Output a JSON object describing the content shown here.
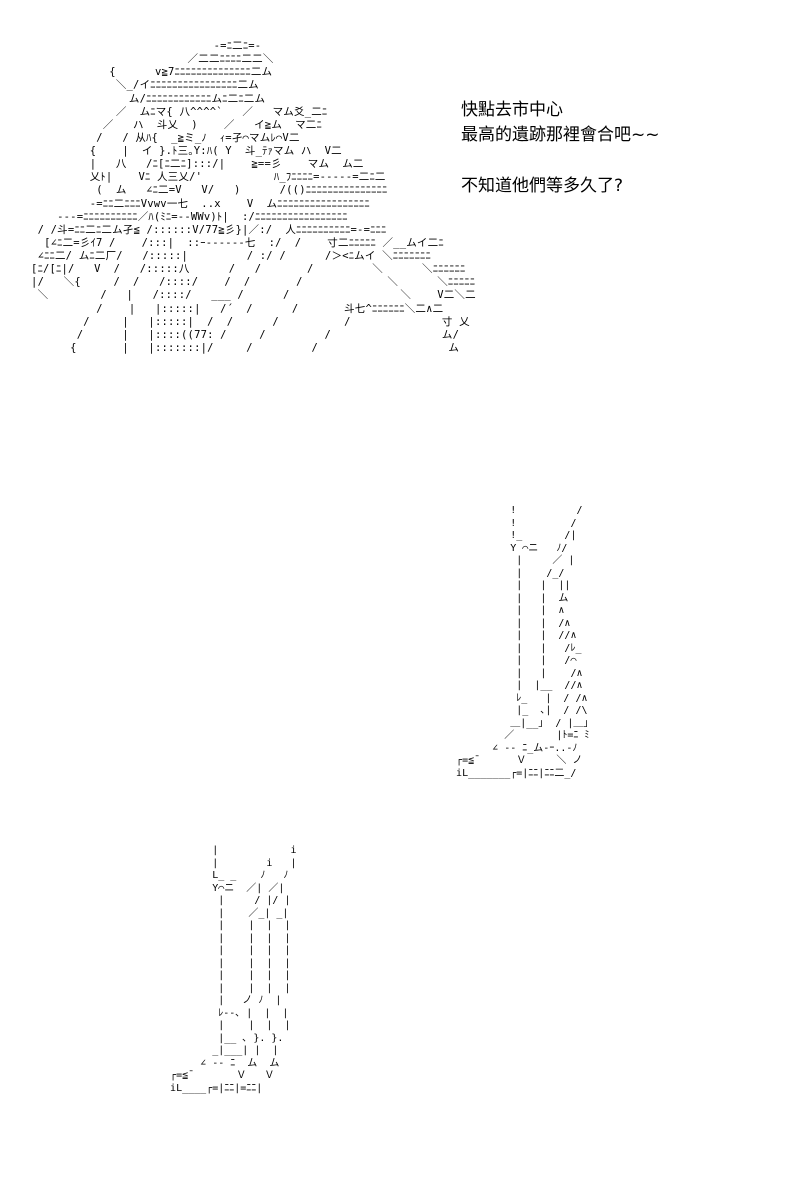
{
  "dialogue": {
    "line1": "快點去市中心",
    "line2": "最高的遺跡那裡會合吧~~",
    "line3": "不知道他們等多久了?"
  },
  "art": {
    "figure": "                              -=ﾆ二ﾆ=-\n                          ／二二ﾆﾆﾆﾆ二二＼\n              {      v≧7ﾆﾆﾆﾆﾆﾆﾆﾆﾆﾆﾆﾆﾆﾆ二ム\n               ＼_/イﾆﾆﾆﾆﾆﾆﾆﾆﾆﾆﾆﾆﾆﾆﾆﾆ二ム\n                 ム/ﾆﾆﾆﾆﾆﾆﾆﾆﾆﾆﾆﾆムﾆ二ﾆ二ム\n               ／  ムﾆマ{ 八^^^^`   ／   マム爻_二ﾆ\n             ／   ハ  斗乂  )    ／   イ≧ム  マ二ﾆ\n            /   / 从ﾊ{  _≧ミ_ﾉ  ｨ=孑⌒マムﾚ⌒V二\n           {    |  イ }.ﾄ三｡Y:ﾊ( Y  斗_ﾃｧマム ハ  V二\n           |   八   /ﾆ[ﾆ二ﾆ]:::/|    ≧==彡    マム  ム二\n           乂ﾄ|    Vﾆ 人三乂/'           ﾊ_ﾌﾆﾆﾆﾆ=-----=二ﾆ二\n            (  ム   ∠ﾆ二=V   V/   )      /(()ﾆﾆﾆﾆﾆﾆﾆﾆﾆﾆﾆﾆﾆﾆﾆ\n           -=ﾆﾆ二ﾆﾆﾆVvwv一七  ..x    V  ムﾆﾆﾆﾆﾆﾆﾆﾆﾆﾆﾆﾆﾆﾆﾆﾆﾆ\n      ---=ﾆﾆﾆﾆﾆﾆﾆﾆﾆﾆ／ﾊ(ﾐﾆ=--WWv)ﾄ|  :/ﾆﾆﾆﾆﾆﾆﾆﾆﾆﾆﾆﾆﾆﾆﾆﾆﾆ\n   / /斗=ﾆﾆ二ﾆ二ム孑≦ /::::::V/77≧彡}|／:/  人ﾆﾆﾆﾆﾆﾆﾆﾆﾆﾆ=-=ﾆﾆﾆ\n    [∠ﾆ二=彡ｲ7 /    /:::|  ::ｰ------七  :/  /    寸二ﾆﾆﾆﾆﾆ ／__ムイ二ﾆ\n   ∠ﾆﾆ二/ ムﾆ二厂/   /:::::|         / :/ /      /＞<ﾆムイ ＼ﾆﾆﾆﾆﾆﾆﾆ\n  [ﾆ/[ﾆ|/   V  /   /:::::八      /   /       /         ＼      ＼ﾆﾆﾆﾆﾆﾆ\n  |/   ＼{     /  /   /::::/    /  /       /             ＼      ＼ﾆﾆﾆﾆﾆ\n   ＼        /   |   /::::/   ___ /      /                 ＼    V二＼二\n            /    |   |:::::|   /´  /      /       斗七^ﾆﾆﾆﾆﾆﾆ＼二∧二\n          /     |   |:::::|  /  /      /          /              寸 乂\n         /      |   |::::((77: /     /         /                 ム/\n        {       |   |:::::::|/     /         /                    ム",
    "legs_right": "            !          /\n            !         /\n            !_       /|\n            Y ⌒ニ   ﾉ/\n             |     ／ |\n             |    /_/\n             |   |  ||\n             |   |  ム\n             |   |  ∧\n             |   |  /∧\n             |   |  //∧\n             |   |   /ﾚ_\n             |   |   /⌒\n             |   |    /∧\n             |  |__  //∧\n             ﾚ_   |  / /∧\n             |_  ､|  / /\\\n            ＿|__｣  / |＿｣\n           ／       |ﾄ=ﾆ ﾐ\n         ∠ -- ﾆ_ム-ｰ..-ﾉ\n   ┌=≦ˉ      Ｖ     ＼ ノ\n   iL_______┌=|ﾆﾆ|ﾆﾆ二_/",
    "legs_left": "          |            i\n          |        i   |\n          L_ _    ﾉ   ﾉ\n          Y⌒ニ  ／| ／|\n           |     / |/ |\n           |    ／_| _|\n           |    |  |  |\n           |    |  |  |\n           |    |  |  |\n           |    |  |  |\n           |    |  |  |\n           |    |  |  |\n           |   ノ ﾉ  |\n           ﾚ--､ |  |  |\n           |    |  |  |\n           |__ ､ }. }.\n          _|___| |  |\n        ∠ -- ﾆ  ム  ム\n   ┌=≦ˉ       Ｖ   Ｖ\n   iL____┌=|ﾆﾆ|=ﾆﾆ|"
  }
}
